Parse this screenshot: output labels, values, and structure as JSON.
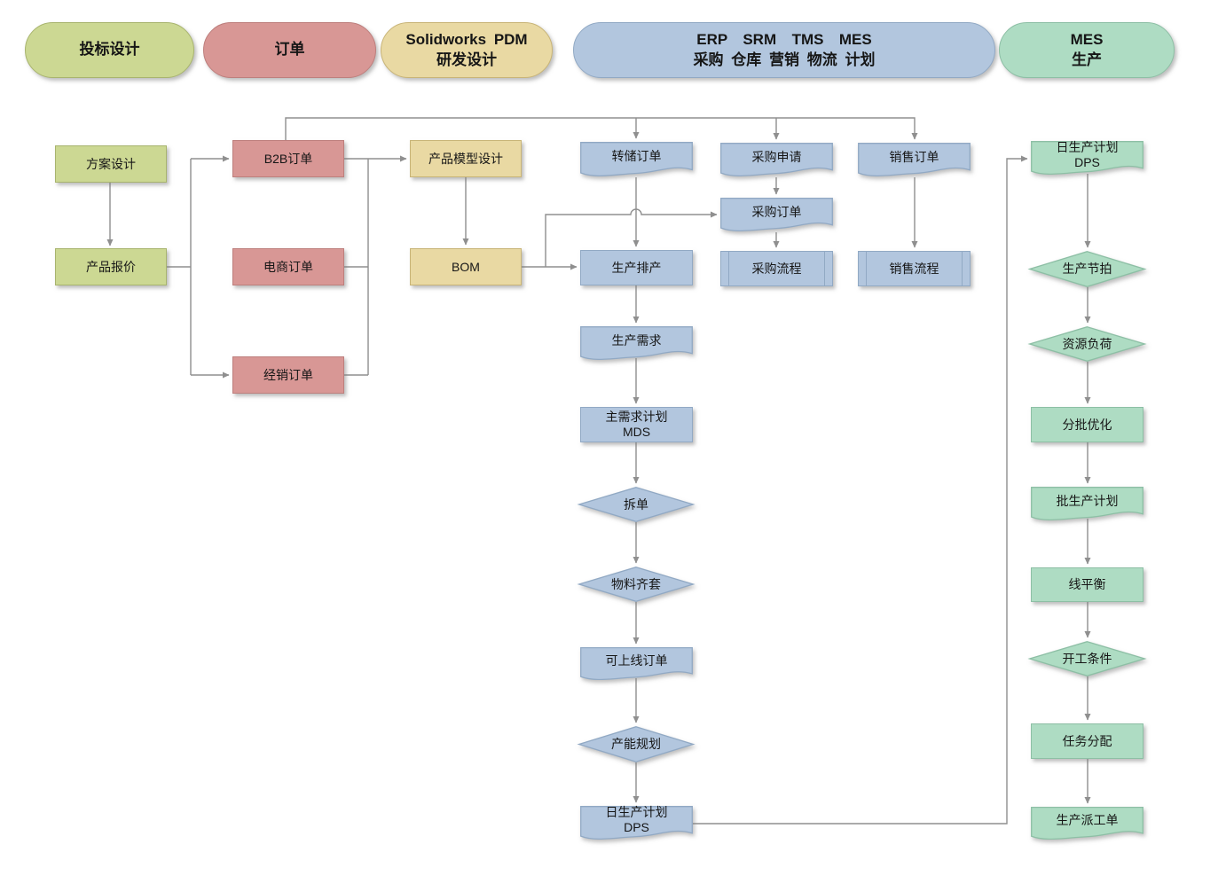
{
  "diagram_title": "",
  "headers": [
    {
      "label": "投标设计",
      "color": "#ccd893"
    },
    {
      "label": "订单",
      "color": "#d89795"
    },
    {
      "label": "Solidworks PDM\n研发设计",
      "color": "#e9d9a3"
    },
    {
      "label": "ERP  SRM  TMS  MES\n采购 仓库 营销 物流 计划",
      "color": "#b2c6de"
    },
    {
      "label": "MES\n生产",
      "color": "#aedcc3"
    }
  ],
  "nodes": {
    "plan_design": {
      "label": "方案设计",
      "shape": "rect"
    },
    "product_quote": {
      "label": "产品报价",
      "shape": "rect"
    },
    "b2b_order": {
      "label": "B2B订单",
      "shape": "rect"
    },
    "ecommerce_order": {
      "label": "电商订单",
      "shape": "rect"
    },
    "distribution_order": {
      "label": "经销订单",
      "shape": "rect"
    },
    "product_model_design": {
      "label": "产品模型设计",
      "shape": "rect"
    },
    "bom": {
      "label": "BOM",
      "shape": "rect"
    },
    "transfer_order": {
      "label": "转储订单",
      "shape": "document"
    },
    "purchase_request": {
      "label": "采购申请",
      "shape": "document"
    },
    "sales_order": {
      "label": "销售订单",
      "shape": "document"
    },
    "purchase_order": {
      "label": "采购订单",
      "shape": "document"
    },
    "production_scheduling": {
      "label": "生产排产",
      "shape": "rect"
    },
    "purchase_process": {
      "label": "采购流程",
      "shape": "predefined-process"
    },
    "sales_process": {
      "label": "销售流程",
      "shape": "predefined-process"
    },
    "production_demand": {
      "label": "生产需求",
      "shape": "document"
    },
    "master_demand_schedule": {
      "label": "主需求计划\nMDS",
      "shape": "rect"
    },
    "split_order": {
      "label": "拆单",
      "shape": "diamond"
    },
    "material_complete": {
      "label": "物料齐套",
      "shape": "diamond"
    },
    "releasable_order": {
      "label": "可上线订单",
      "shape": "document"
    },
    "capacity_planning": {
      "label": "产能规划",
      "shape": "diamond"
    },
    "daily_production_plan_erp": {
      "label": "日生产计划\nDPS",
      "shape": "document"
    },
    "daily_production_plan_mes": {
      "label": "日生产计划\nDPS",
      "shape": "document"
    },
    "production_takt": {
      "label": "生产节拍",
      "shape": "diamond"
    },
    "resource_load": {
      "label": "资源负荷",
      "shape": "diamond"
    },
    "batch_optimization": {
      "label": "分批优化",
      "shape": "rect"
    },
    "batch_production_plan": {
      "label": "批生产计划",
      "shape": "document"
    },
    "line_balancing": {
      "label": "线平衡",
      "shape": "rect"
    },
    "start_conditions": {
      "label": "开工条件",
      "shape": "diamond"
    },
    "task_assignment": {
      "label": "任务分配",
      "shape": "rect"
    },
    "production_dispatch_order": {
      "label": "生产派工单",
      "shape": "document"
    }
  },
  "colors": {
    "olive_green": "#ccd893",
    "rose_red": "#d89795",
    "tan_yellow": "#e9d9a3",
    "steel_blue": "#b2c6de",
    "teal_green": "#aedcc3",
    "connector_gray": "#8f8f8f",
    "text": "#161616",
    "background": "#ffffff"
  }
}
